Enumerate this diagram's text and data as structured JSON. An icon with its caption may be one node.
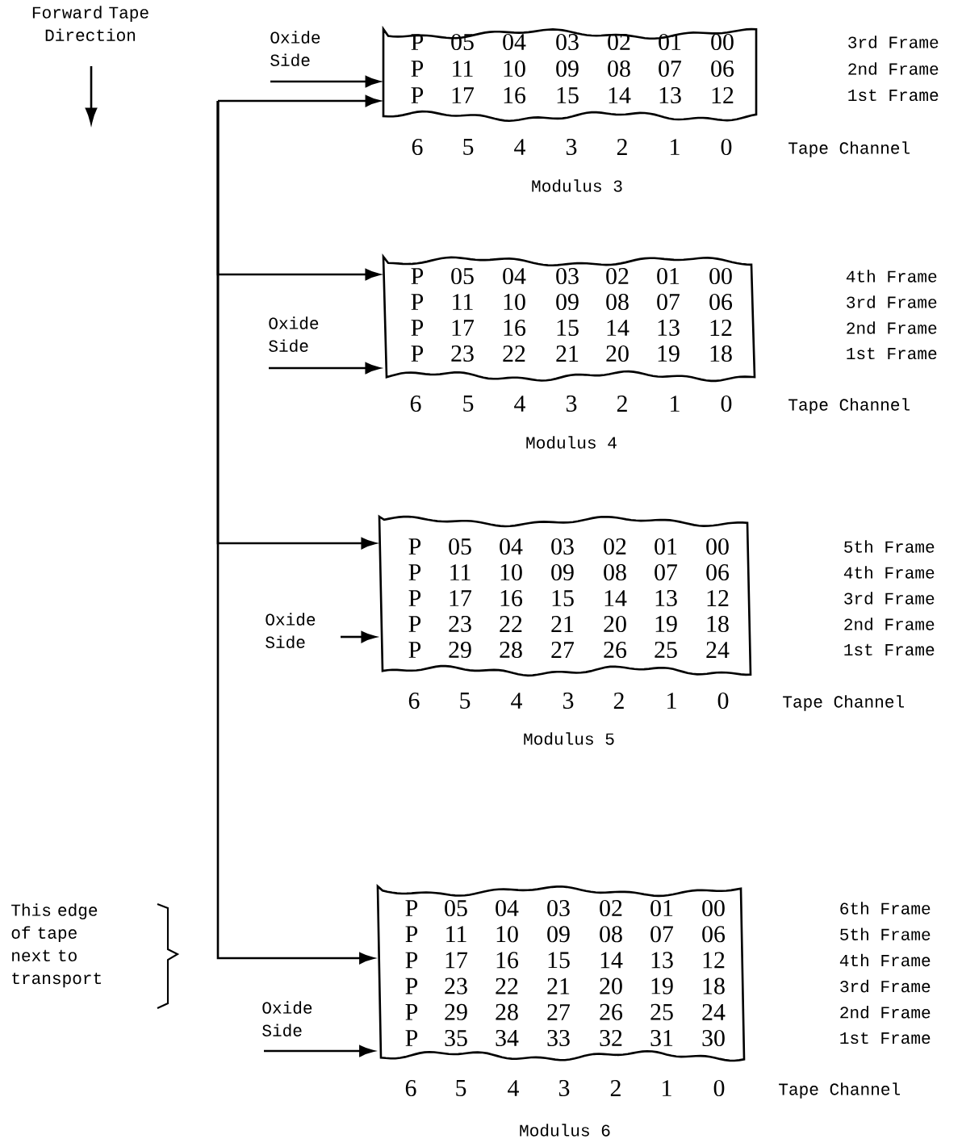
{
  "diagram": {
    "nodes": [
      {
        "text": [
          "Oxide Side"
        ]
      },
      {
        "text": [
          "P",
          "05",
          "04",
          "03",
          "02",
          "01",
          "00",
          "P",
          "11",
          "10",
          "09",
          "08",
          "07",
          "06",
          "P",
          "17",
          "16",
          "15",
          "14",
          "13",
          "12"
        ],
        "beside": [
          "3rd Frame",
          "2nd Frame",
          "1st Frame",
          "6",
          "5",
          "4",
          "3",
          "2",
          "1",
          "0",
          "Tape Channel",
          "Modulus 3"
        ]
      },
      {
        "text": [
          "Oxide Side"
        ]
      },
      {
        "text": [
          "P",
          "05",
          "04",
          "03",
          "02",
          "01",
          "00",
          "P",
          "11",
          "10",
          "09",
          "08",
          "07",
          "06",
          "P",
          "17",
          "16",
          "15",
          "14",
          "13",
          "12",
          "P",
          "23",
          "22",
          "21",
          "20",
          "19",
          "18"
        ],
        "beside": [
          "4th Frame",
          "3rd Frame",
          "2nd Frame",
          "1st Frame",
          "6",
          "5",
          "4",
          "3",
          "2",
          "1",
          "0",
          "Tape Channel",
          "Modulus 4"
        ]
      },
      {
        "text": [
          "Oxide Side"
        ]
      },
      {
        "text": [
          "P",
          "05",
          "04",
          "03",
          "02",
          "01",
          "00",
          "P",
          "11",
          "10",
          "09",
          "08",
          "07",
          "06",
          "P",
          "17",
          "16",
          "15",
          "14",
          "13",
          "12",
          "P",
          "23",
          "22",
          "21",
          "20",
          "19",
          "18",
          "P",
          "29",
          "28",
          "27",
          "26",
          "25",
          "24"
        ],
        "beside": [
          "5th Frame",
          "4th Frame",
          "3rd Frame",
          "2nd Frame",
          "1st Frame",
          "6",
          "5",
          "4",
          "3",
          "2",
          "1",
          "0",
          "Tape Channel",
          "Modulus 5"
        ]
      },
      {
        "text": [
          "Oxide Side"
        ]
      },
      {
        "text": [
          "P",
          "05",
          "04",
          "03",
          "02",
          "01",
          "00",
          "P",
          "11",
          "10",
          "09",
          "08",
          "07",
          "06",
          "P",
          "17",
          "16",
          "15",
          "14",
          "13",
          "12",
          "P",
          "23",
          "22",
          "21",
          "20",
          "19",
          "18",
          "P",
          "29",
          "28",
          "27",
          "26",
          "25",
          "24",
          "P",
          "35",
          "34",
          "33",
          "32",
          "31",
          "30"
        ],
        "beside": [
          "6th Frame",
          "5th Frame",
          "4th Frame",
          "3rd Frame",
          "2nd Frame",
          "1st Frame",
          "6",
          "5",
          "4",
          "3",
          "2",
          "1",
          "0",
          "Tape Channel",
          "Modulus 6"
        ]
      }
    ],
    "edges": [
      {
        "from": 0,
        "to": 1,
        "arrow": "to"
      },
      {
        "from": null,
        "to": 1,
        "arrow": "to"
      },
      {
        "from": null,
        "to": 3,
        "arrow": "to"
      },
      {
        "from": 2,
        "to": 3,
        "arrow": "to"
      },
      {
        "from": null,
        "to": 5,
        "arrow": "to"
      },
      {
        "from": 4,
        "to": 5,
        "arrow": "to"
      },
      {
        "from": null,
        "to": 7,
        "arrow": "to"
      },
      {
        "from": 6,
        "to": 7,
        "arrow": "to"
      }
    ],
    "labels": [
      "Forward Tape Direction",
      "This edge of tape next to transport"
    ]
  }
}
